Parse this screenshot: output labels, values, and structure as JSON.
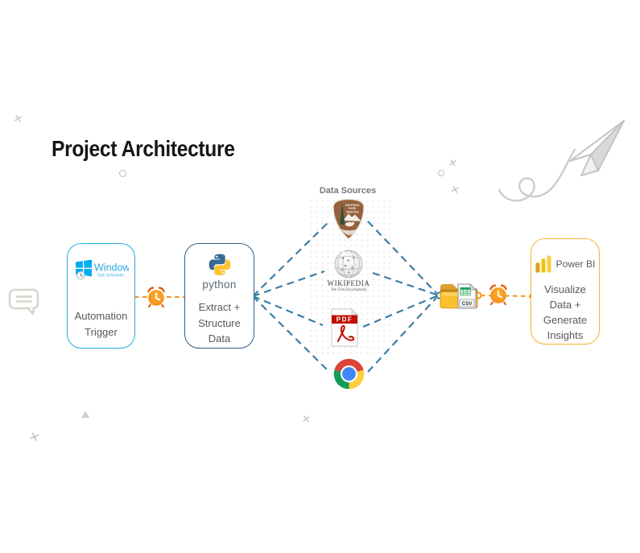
{
  "title": "Project Architecture",
  "colors": {
    "scheduler_border": "#29ABE2",
    "python_border": "#2E5E88",
    "powerbi_border": "#F2B431",
    "connector_orange": "#F7941D",
    "connector_blue": "#3B7EA6",
    "body_text": "#58595B",
    "heading_gray": "#77787B"
  },
  "nodes": {
    "scheduler": {
      "brand": "Windows",
      "brand_sub": "Task Scheduler",
      "label": "Automation\nTrigger"
    },
    "python": {
      "brand": "python",
      "label": "Extract +\nStructure\nData"
    },
    "sources": {
      "heading": "Data Sources",
      "items": [
        {
          "icon": "nps-arrowhead-icon",
          "wordmark_lines": [
            "NATIONAL",
            "PARK",
            "SERVICE"
          ]
        },
        {
          "icon": "wikipedia-globe-icon",
          "wordmark": "WIKIPEDIA",
          "tagline": "The Free Encyclopedia"
        },
        {
          "icon": "pdf-file-icon",
          "badge": "PDF"
        },
        {
          "icon": "chrome-icon"
        }
      ]
    },
    "storage": {
      "icon": "folder-icon",
      "file_badge": "CSV"
    },
    "powerbi": {
      "brand": "Power BI",
      "label": "Visualize\nData +\nGenerate\nInsights"
    }
  },
  "decorations": {
    "cross_glyph": "✕"
  }
}
